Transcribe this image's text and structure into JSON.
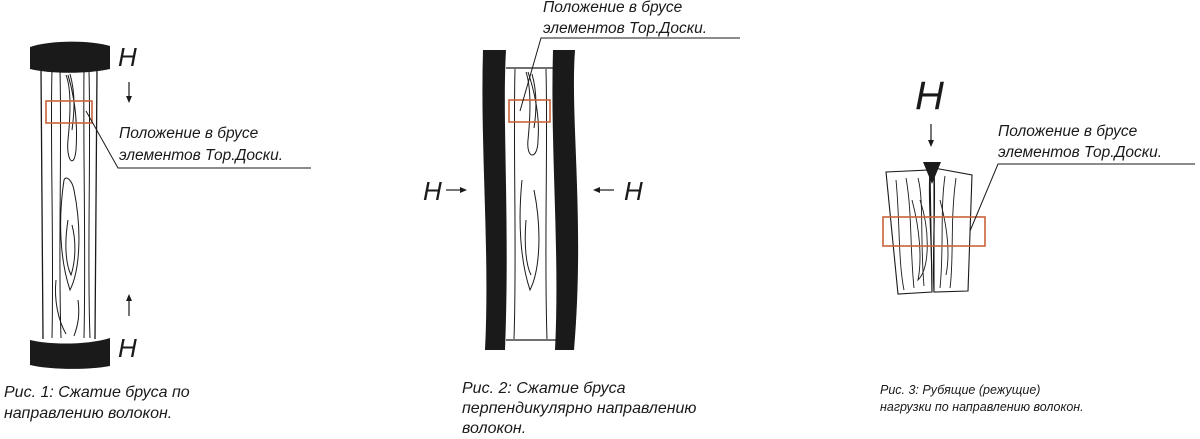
{
  "figure1": {
    "force_top": "Н",
    "force_bottom": "Н",
    "note_line1": "Положение в брусе",
    "note_line2": "элементов Тор.Доски.",
    "caption_line1": "Рис. 1: Сжатие бруса по",
    "caption_line2": "направлению волокон."
  },
  "figure2": {
    "force_left": "Н",
    "force_right": "Н",
    "note_line1": "Положение в брусе",
    "note_line2": "элементов Тор.Доски.",
    "caption_line1": "Рис. 2: Сжатие бруса",
    "caption_line2": "перпендикулярно направлению",
    "caption_line3": "волокон."
  },
  "figure3": {
    "force_top": "Н",
    "note_line1": "Положение в брусе",
    "note_line2": "элементов Тор.Доски.",
    "caption_line1": "Рис. 3: Рубящие (режущие)",
    "caption_line2": "нагрузки по направлению волокон."
  },
  "colors": {
    "ink": "#1a1a1a",
    "highlight": "#c8643a"
  }
}
